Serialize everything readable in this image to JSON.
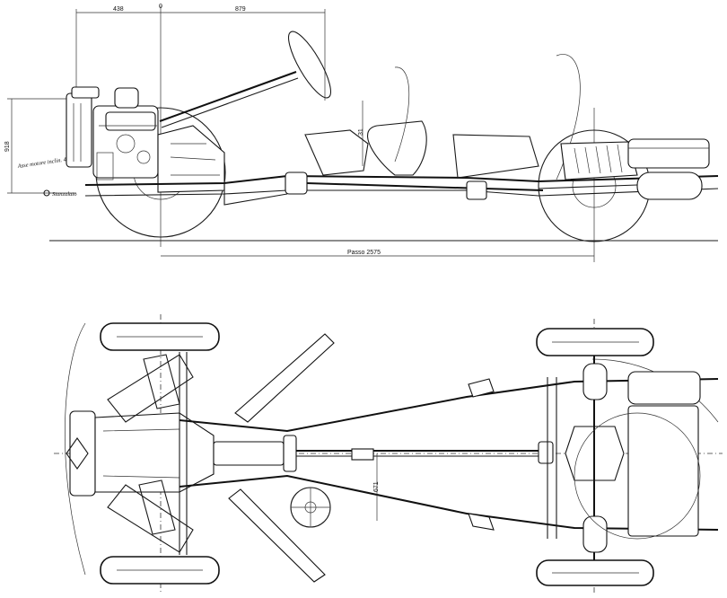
{
  "dimensions": {
    "front_overhang": "438",
    "engine_to_column": "879",
    "height_total": "918",
    "steering_height": "31",
    "wheelbase": "Passo 2575",
    "track_offset": "671"
  },
  "labels": {
    "ground_note": "Asse motore inclin. 4°",
    "ground_point": "Stanzalato"
  }
}
